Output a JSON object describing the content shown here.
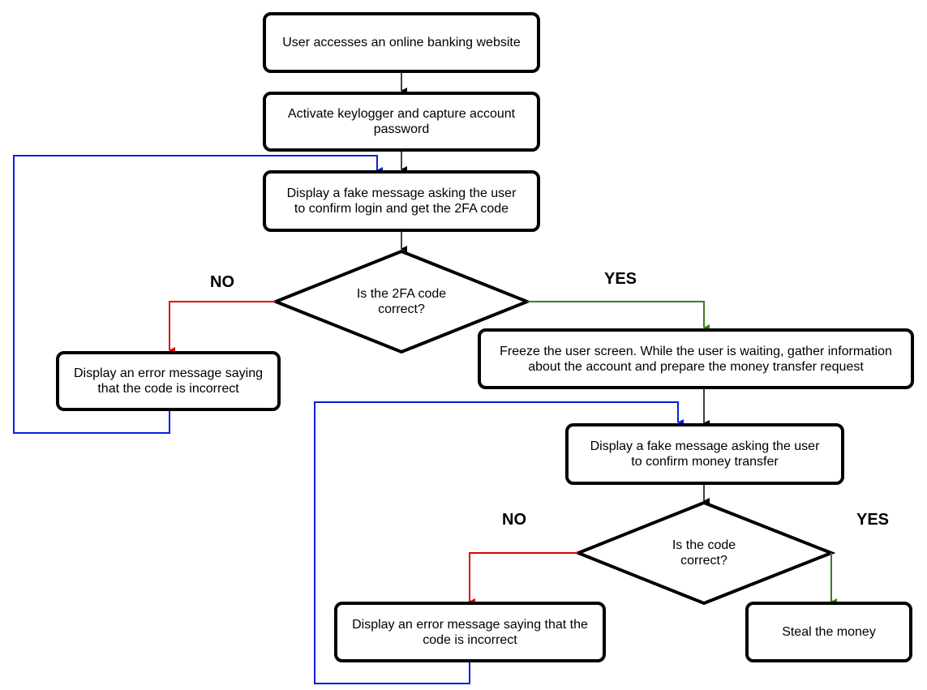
{
  "nodes": {
    "access": "User accesses an online banking website",
    "keylogger": "Activate keylogger and capture account password",
    "fake_login": "Display a fake message asking the user to confirm login and get the 2FA code",
    "decision_2fa": "Is the 2FA code correct?",
    "error_2fa": "Display an error message saying that the code is incorrect",
    "freeze": "Freeze the user screen. While the user is waiting, gather information about the account and prepare the money transfer request",
    "fake_transfer": "Display a fake message asking the user to confirm money transfer",
    "decision_code": "Is the code correct?",
    "error_code": "Display an error message saying that the code is incorrect",
    "steal": "Steal the money"
  },
  "labels": {
    "no_1": "NO",
    "yes_1": "YES",
    "no_2": "NO",
    "yes_2": "YES"
  },
  "colors": {
    "no_branch": "#e00000",
    "yes_branch": "#3a7d1e",
    "loop_back": "#0020e0",
    "flow": "#000000"
  }
}
